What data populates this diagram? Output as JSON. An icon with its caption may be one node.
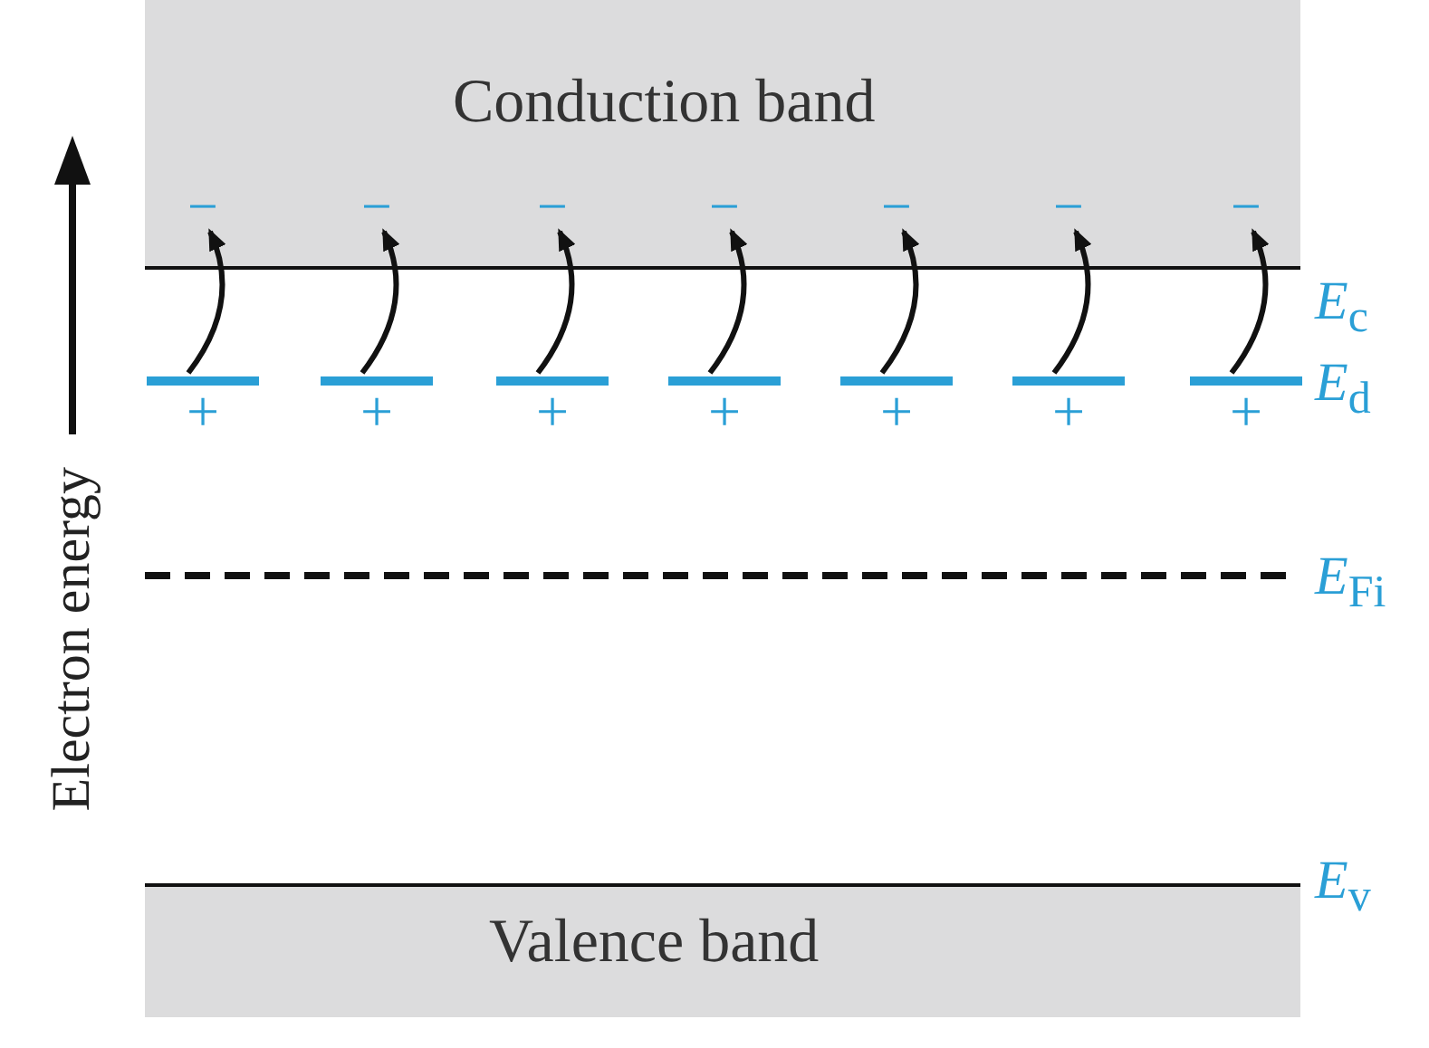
{
  "diagram": {
    "nodes": [
      {
        "text": [
          "Conduction band"
        ]
      },
      {
        "text": [
          "Valence band"
        ]
      },
      {
        "text": [
          "−"
        ],
        "in": 0
      },
      {
        "text": [
          "−"
        ],
        "in": 0
      },
      {
        "text": [
          "−"
        ],
        "in": 0
      },
      {
        "text": [
          "−"
        ],
        "in": 0
      },
      {
        "text": [
          "−"
        ],
        "in": 0
      },
      {
        "text": [
          "−"
        ],
        "in": 0
      },
      {
        "text": [
          "−"
        ],
        "in": 0
      },
      {
        "text": [
          "+"
        ]
      },
      {
        "text": [
          "+"
        ]
      },
      {
        "text": [
          "+"
        ]
      },
      {
        "text": [
          "+"
        ]
      },
      {
        "text": [
          "+"
        ]
      },
      {
        "text": [
          "+"
        ]
      },
      {
        "text": [
          "+"
        ]
      }
    ],
    "edges": [
      {
        "from": 9,
        "to": 2,
        "arrow": "to"
      },
      {
        "from": 10,
        "to": 3,
        "arrow": "to"
      },
      {
        "from": 11,
        "to": 4,
        "arrow": "to"
      },
      {
        "from": 12,
        "to": 5,
        "arrow": "to"
      },
      {
        "from": 13,
        "to": 6,
        "arrow": "to"
      },
      {
        "from": 14,
        "to": 7,
        "arrow": "to"
      },
      {
        "from": 15,
        "to": 8,
        "arrow": "to"
      }
    ],
    "labels": [
      "Electron energy",
      "*E*$_{c}$",
      "*E*$_{d}$",
      "*E*$_{Fi}$",
      "*E*$_{v}$"
    ]
  }
}
